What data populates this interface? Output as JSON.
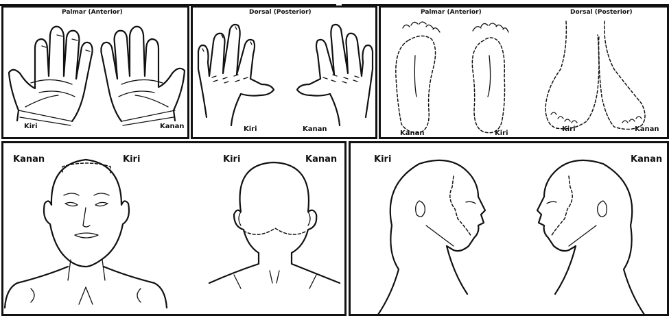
{
  "hands_palmar": {
    "header": "Palmar (Anterior)",
    "left_label": "Kiri",
    "right_label": "Kanan"
  },
  "hands_dorsal": {
    "header": "Dorsal (Posterior)",
    "left_label": "Kiri",
    "right_label": "Kanan"
  },
  "feet_palmar": {
    "header": "Palmar (Anterior)",
    "left_label": "Kanan",
    "right_label": "Kiri"
  },
  "feet_dorsal": {
    "header": "Dorsal (Posterior)",
    "left_label": "Kiri",
    "right_label": "Kanan"
  },
  "head_front": {
    "left_label": "Kanan",
    "right_label": "Kiri"
  },
  "head_back": {
    "left_label": "Kiri",
    "right_label": "Kanan"
  },
  "head_side": {
    "left_label": "Kiri",
    "right_label": "Kanan"
  },
  "colors": {
    "ink": "#111111",
    "background": "#ffffff"
  }
}
